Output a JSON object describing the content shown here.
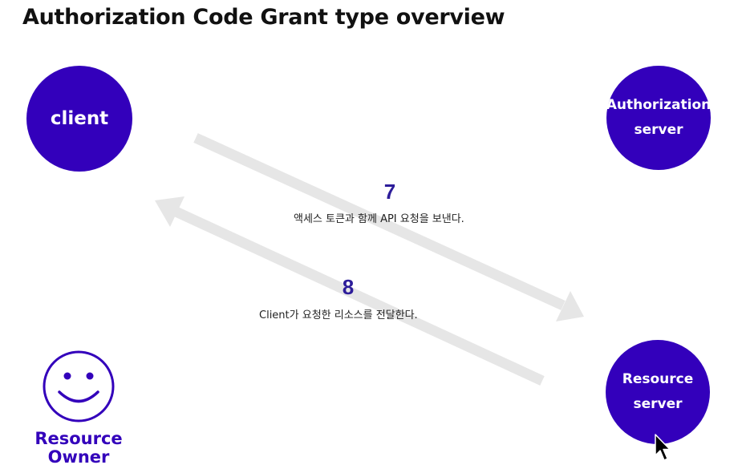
{
  "title": "Authorization Code Grant type overview",
  "nodes": {
    "client": {
      "label": "client"
    },
    "authorization_server": {
      "line1": "Authorization",
      "line2": "server"
    },
    "resource_server": {
      "line1": "Resource",
      "line2": "server"
    },
    "resource_owner": {
      "line1": "Resource",
      "line2": "Owner"
    }
  },
  "steps": [
    {
      "number": "7",
      "text": "액세스 토큰과 함께 API 요청을 보낸다."
    },
    {
      "number": "8",
      "text": "Client가 요청한 리소스를 전달한다."
    }
  ],
  "colors": {
    "node_fill": "#3300bb",
    "arrow": "#e6e6e6",
    "step_number": "#2d1d9a"
  },
  "icons": {
    "owner": "smiley-face-icon",
    "cursor": "mouse-pointer-icon"
  }
}
